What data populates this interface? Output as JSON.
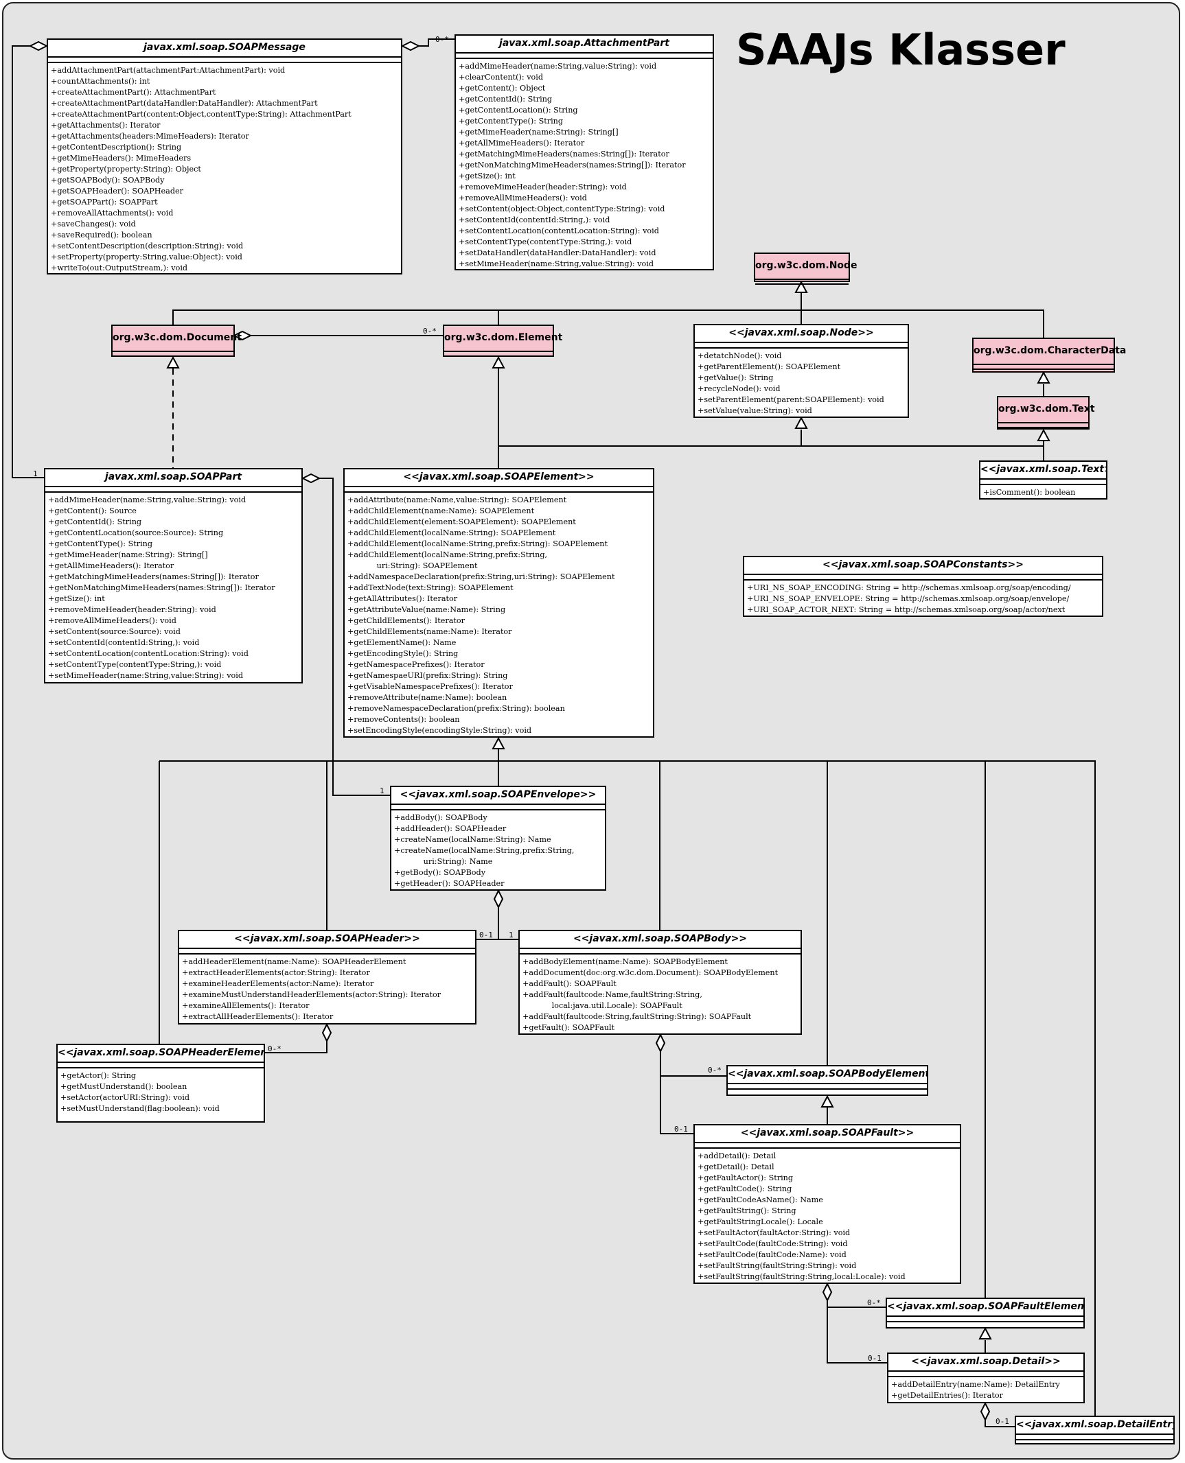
{
  "title": "SAAJs Klasser",
  "external_classes": [
    {
      "id": "node",
      "name": "org.w3c.dom.Node"
    },
    {
      "id": "document",
      "name": "org.w3c.dom.Document"
    },
    {
      "id": "element",
      "name": "org.w3c.dom.Element"
    },
    {
      "id": "characterdata",
      "name": "org.w3c.dom.CharacterData"
    },
    {
      "id": "text",
      "name": "org.w3c.dom.Text"
    }
  ],
  "classes": [
    {
      "id": "soapmessage",
      "name": "javax.xml.soap.SOAPMessage",
      "operations": [
        "+addAttachmentPart(attachmentPart:AttachmentPart): void",
        "+countAttachments(): int",
        "+createAttachmentPart(): AttachmentPart",
        "+createAttachmentPart(dataHandler:DataHandler): AttachmentPart",
        "+createAttachmentPart(content:Object,contentType:String): AttachmentPart",
        "+getAttachments(): Iterator",
        "+getAttachments(headers:MimeHeaders): Iterator",
        "+getContentDescription(): String",
        "+getMimeHeaders(): MimeHeaders",
        "+getProperty(property:String): Object",
        "+getSOAPBody(): SOAPBody",
        "+getSOAPHeader(): SOAPHeader",
        "+getSOAPPart(): SOAPPart",
        "+removeAllAttachments(): void",
        "+saveChanges(): void",
        "+saveRequired(): boolean",
        "+setContentDescription(description:String): void",
        "+setProperty(property:String,value:Object): void",
        "+writeTo(out:OutputStream,): void"
      ]
    },
    {
      "id": "attachmentpart",
      "name": "javax.xml.soap.AttachmentPart",
      "operations": [
        "+addMimeHeader(name:String,value:String): void",
        "+clearContent(): void",
        "+getContent(): Object",
        "+getContentId(): String",
        "+getContentLocation(): String",
        "+getContentType(): String",
        "+getMimeHeader(name:String): String[]",
        "+getAllMimeHeaders(): Iterator",
        "+getMatchingMimeHeaders(names:String[]): Iterator",
        "+getNonMatchingMimeHeaders(names:String[]): Iterator",
        "+getSize(): int",
        "+removeMimeHeader(header:String): void",
        "+removeAllMimeHeaders(): void",
        "+setContent(object:Object,contentType:String): void",
        "+setContentId(contentId:String,): void",
        "+setContentLocation(contentLocation:String): void",
        "+setContentType(contentType:String,): void",
        "+setDataHandler(dataHandler:DataHandler): void",
        "+setMimeHeader(name:String,value:String): void"
      ]
    },
    {
      "id": "soapnode",
      "name": "<<javax.xml.soap.Node>>",
      "operations": [
        "+detatchNode(): void",
        "+getParentElement(): SOAPElement",
        "+getValue(): String",
        "+recycleNode(): void",
        "+setParentElement(parent:SOAPElement): void",
        "+setValue(value:String): void"
      ]
    },
    {
      "id": "soaptext",
      "name": "<<javax.xml.soap.Text>>",
      "operations": [
        "+isComment(): boolean"
      ]
    },
    {
      "id": "soappart",
      "name": "javax.xml.soap.SOAPPart",
      "operations": [
        "+addMimeHeader(name:String,value:String): void",
        "+getContent(): Source",
        "+getContentId(): String",
        "+getContentLocation(source:Source): String",
        "+getContentType(): String",
        "+getMimeHeader(name:String): String[]",
        "+getAllMimeHeaders(): Iterator",
        "+getMatchingMimeHeaders(names:String[]): Iterator",
        "+getNonMatchingMimeHeaders(names:String[]): Iterator",
        "+getSize(): int",
        "+removeMimeHeader(header:String): void",
        "+removeAllMimeHeaders(): void",
        "+setContent(source:Source): void",
        "+setContentId(contentId:String,): void",
        "+setContentLocation(contentLocation:String): void",
        "+setContentType(contentType:String,): void",
        "+setMimeHeader(name:String,value:String): void"
      ]
    },
    {
      "id": "soapelement",
      "name": "<<javax.xml.soap.SOAPElement>>",
      "operations": [
        "+addAttribute(name:Name,value:String): SOAPElement",
        "+addChildElement(name:Name): SOAPElement",
        "+addChildElement(element:SOAPElement): SOAPElement",
        "+addChildElement(localName:String): SOAPElement",
        "+addChildElement(localName:String,prefix:String): SOAPElement",
        "+addChildElement(localName:String,prefix:String,\n            uri:String): SOAPElement",
        "+addNamespaceDeclaration(prefix:String,uri:String): SOAPElement",
        "+addTextNode(text:String): SOAPElement",
        "+getAllAttributes(): Iterator",
        "+getAttributeValue(name:Name): String",
        "+getChildElements(): Iterator",
        "+getChildElements(name:Name): Iterator",
        "+getElementName(): Name",
        "+getEncodingStyle(): String",
        "+getNamespacePrefixes(): Iterator",
        "+getNamespaeURI(prefix:String): String",
        "+getVisableNamespacePrefixes(): Iterator",
        "+removeAttribute(name:Name): boolean",
        "+removeNamespaceDeclaration(prefix:String): boolean",
        "+removeContents(): boolean",
        "+setEncodingStyle(encodingStyle:String): void"
      ]
    },
    {
      "id": "soapconstants",
      "name": "<<javax.xml.soap.SOAPConstants>>",
      "operations": [
        "+URI_NS_SOAP_ENCODING: String = http://schemas.xmlsoap.org/soap/encoding/",
        "+URI_NS_SOAP_ENVELOPE: String = http://schemas.xmlsoap.org/soap/envelope/",
        "+URI_SOAP_ACTOR_NEXT: String = http://schemas.xmlsoap.org/soap/actor/next"
      ]
    },
    {
      "id": "soapenvelope",
      "name": "<<javax.xml.soap.SOAPEnvelope>>",
      "operations": [
        "+addBody(): SOAPBody",
        "+addHeader(): SOAPHeader",
        "+createName(localName:String): Name",
        "+createName(localName:String,prefix:String,\n            uri:String): Name",
        "+getBody(): SOAPBody",
        "+getHeader(): SOAPHeader"
      ]
    },
    {
      "id": "soapheader",
      "name": "<<javax.xml.soap.SOAPHeader>>",
      "operations": [
        "+addHeaderElement(name:Name): SOAPHeaderElement",
        "+extractHeaderElements(actor:String): Iterator",
        "+examineHeaderElements(actor:Name): Iterator",
        "+examineMustUnderstandHeaderElements(actor:String): Iterator",
        "+examineAllElements(): Iterator",
        "+extractAllHeaderElements(): Iterator"
      ]
    },
    {
      "id": "soapbody",
      "name": "<<javax.xml.soap.SOAPBody>>",
      "operations": [
        "+addBodyElement(name:Name): SOAPBodyElement",
        "+addDocument(doc:org.w3c.dom.Document): SOAPBodyElement",
        "+addFault(): SOAPFault",
        "+addFault(faultcode:Name,faultString:String,\n            local:java.util.Locale): SOAPFault",
        "+addFault(faultcode:String,faultString:String): SOAPFault",
        "+getFault(): SOAPFault"
      ]
    },
    {
      "id": "soapheaderelement",
      "name": "<<javax.xml.soap.SOAPHeaderElement>>",
      "operations": [
        "+getActor(): String",
        "+getMustUnderstand(): boolean",
        "+setActor(actorURI:String): void",
        "+setMustUnderstand(flag:boolean): void"
      ]
    },
    {
      "id": "soapbodyelement",
      "name": "<<javax.xml.soap.SOAPBodyElement>>",
      "operations": []
    },
    {
      "id": "soapfault",
      "name": "<<javax.xml.soap.SOAPFault>>",
      "operations": [
        "+addDetail(): Detail",
        "+getDetail(): Detail",
        "+getFaultActor(): String",
        "+getFaultCode(): String",
        "+getFaultCodeAsName(): Name",
        "+getFaultString(): String",
        "+getFaultStringLocale(): Locale",
        "+setFaultActor(faultActor:String): void",
        "+setFaultCode(faultCode:String): void",
        "+setFaultCode(faultCode:Name): void",
        "+setFaultString(faultString:String): void",
        "+setFaultString(faultString:String,local:Locale): void"
      ]
    },
    {
      "id": "soapfaultelement",
      "name": "<<javax.xml.soap.SOAPFaultElement>>",
      "operations": []
    },
    {
      "id": "detail",
      "name": "<<javax.xml.soap.Detail>>",
      "operations": [
        "+addDetailEntry(name:Name): DetailEntry",
        "+getDetailEntries(): Iterator"
      ]
    },
    {
      "id": "detailentry",
      "name": "<<javax.xml.soap.DetailEntry>>",
      "operations": []
    }
  ],
  "multiplicities": [
    {
      "id": "m_att",
      "text": "0-*"
    },
    {
      "id": "m_part",
      "text": "1"
    },
    {
      "id": "m_elem",
      "text": "0-*"
    },
    {
      "id": "m_env",
      "text": "1"
    },
    {
      "id": "m_hdr",
      "text": "0-1"
    },
    {
      "id": "m_body",
      "text": "1"
    },
    {
      "id": "m_hdrel",
      "text": "0-*"
    },
    {
      "id": "m_bodyel",
      "text": "0-*"
    },
    {
      "id": "m_fault",
      "text": "0-1"
    },
    {
      "id": "m_faultel",
      "text": "0-*"
    },
    {
      "id": "m_detail",
      "text": "0-1"
    },
    {
      "id": "m_entry",
      "text": "0-1"
    }
  ]
}
